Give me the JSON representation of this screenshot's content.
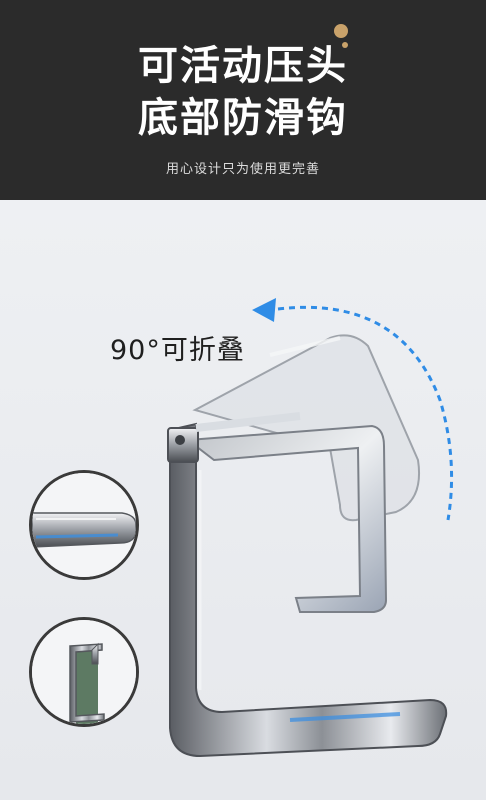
{
  "header": {
    "title_line1": "可活动压头",
    "title_line2": "底部防滑钩",
    "subtitle": "用心设计只为使用更完善"
  },
  "product": {
    "fold_label": "90°可折叠"
  },
  "colors": {
    "header_bg": "#2b2b2b",
    "accent_dot": "#c9a26a",
    "arrow_blue": "#2f8ce6",
    "page_bg": "#e9eaee"
  },
  "icons": {
    "rotation_arrow": "curved-dashed-arrow-icon"
  }
}
